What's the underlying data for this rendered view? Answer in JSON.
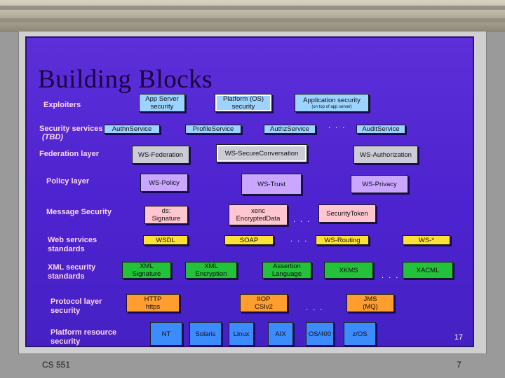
{
  "slide": {
    "title": "Building Blocks",
    "slide_number": "17",
    "layers": [
      {
        "id": "exploiters",
        "text": "Exploiters"
      },
      {
        "id": "security-services",
        "text": "Security services"
      },
      {
        "id": "tbd",
        "text": "(TBD)"
      },
      {
        "id": "federation",
        "text": "Federation layer"
      },
      {
        "id": "policy",
        "text": "Policy layer"
      },
      {
        "id": "message-security",
        "text": "Message Security"
      },
      {
        "id": "web-services-1",
        "text": "Web services"
      },
      {
        "id": "web-services-2",
        "text": "standards"
      },
      {
        "id": "xml-security-1",
        "text": "XML security"
      },
      {
        "id": "xml-security-2",
        "text": "standards"
      },
      {
        "id": "protocol-1",
        "text": "Protocol layer"
      },
      {
        "id": "protocol-2",
        "text": "security"
      },
      {
        "id": "platform-1",
        "text": "Platform resource"
      },
      {
        "id": "platform-2",
        "text": "security"
      }
    ],
    "blocks": [
      {
        "id": "appserver-security",
        "lines": [
          "App Server",
          "security"
        ],
        "color": "#9cd3ff"
      },
      {
        "id": "platform-os-security",
        "lines": [
          "Platform (OS)",
          "security"
        ],
        "color": "#9cd3ff"
      },
      {
        "id": "application-security",
        "lines": [
          "Application security"
        ],
        "sub": "(on top of app server)",
        "color": "#9cd3ff"
      },
      {
        "id": "authn-service",
        "lines": [
          "AuthnService"
        ],
        "color": "#9cd3ff"
      },
      {
        "id": "profile-service",
        "lines": [
          "ProfileService"
        ],
        "color": "#9cd3ff"
      },
      {
        "id": "authz-service",
        "lines": [
          "AuthzService"
        ],
        "color": "#9cd3ff"
      },
      {
        "id": "audit-service",
        "lines": [
          "AuditService"
        ],
        "color": "#9cd3ff"
      },
      {
        "id": "ws-federation",
        "lines": [
          "WS-Federation"
        ],
        "color": "#ccccd6"
      },
      {
        "id": "ws-secure-conversation",
        "lines": [
          "WS-SecureConversation"
        ],
        "color": "#ccccd6"
      },
      {
        "id": "ws-authorization",
        "lines": [
          "WS-Authorization"
        ],
        "color": "#ccccd6"
      },
      {
        "id": "ws-policy",
        "lines": [
          "WS-Policy"
        ],
        "color": "#c9a6ff"
      },
      {
        "id": "ws-trust",
        "lines": [
          "WS-Trust"
        ],
        "color": "#c9a6ff"
      },
      {
        "id": "ws-privacy",
        "lines": [
          "WS-Privacy"
        ],
        "color": "#c9a6ff"
      },
      {
        "id": "ds-signature",
        "lines": [
          "ds:",
          "Signature"
        ],
        "color": "#ffc6d0"
      },
      {
        "id": "xenc-encrypted-data",
        "lines": [
          "xenc",
          "EncryptedData"
        ],
        "color": "#ffc6d0"
      },
      {
        "id": "security-token",
        "lines": [
          "SecurityToken"
        ],
        "color": "#ffc6d0"
      },
      {
        "id": "wsdl",
        "lines": [
          "WSDL"
        ],
        "color": "#ffe135"
      },
      {
        "id": "soap",
        "lines": [
          "SOAP"
        ],
        "color": "#ffe135"
      },
      {
        "id": "ws-routing",
        "lines": [
          "WS-Routing"
        ],
        "color": "#ffe135"
      },
      {
        "id": "ws-star",
        "lines": [
          "WS-*"
        ],
        "color": "#ffe135"
      },
      {
        "id": "xml-signature",
        "lines": [
          "XML",
          "Signature"
        ],
        "color": "#23c23a"
      },
      {
        "id": "xml-encryption",
        "lines": [
          "XML",
          "Encryption"
        ],
        "color": "#23c23a"
      },
      {
        "id": "assertion-language",
        "lines": [
          "Assertion",
          "Language"
        ],
        "color": "#23c23a"
      },
      {
        "id": "xkms",
        "lines": [
          "XKMS"
        ],
        "color": "#23c23a"
      },
      {
        "id": "xacml",
        "lines": [
          "XACML"
        ],
        "color": "#23c23a"
      },
      {
        "id": "http",
        "lines": [
          "HTTP",
          "https"
        ],
        "color": "#ff9d2e"
      },
      {
        "id": "iiop",
        "lines": [
          "IIOP",
          "CSIv2"
        ],
        "color": "#ff9d2e"
      },
      {
        "id": "jms",
        "lines": [
          "JMS",
          "(MQ)"
        ],
        "color": "#ff9d2e"
      },
      {
        "id": "nt",
        "lines": [
          "NT"
        ],
        "color": "#3d8cff"
      },
      {
        "id": "solaris",
        "lines": [
          "Solaris"
        ],
        "color": "#3d8cff"
      },
      {
        "id": "linux",
        "lines": [
          "Linux"
        ],
        "color": "#3d8cff"
      },
      {
        "id": "aix",
        "lines": [
          "AIX"
        ],
        "color": "#3d8cff"
      },
      {
        "id": "os400",
        "lines": [
          "OS/400"
        ],
        "color": "#3d8cff"
      },
      {
        "id": "zos",
        "lines": [
          "z/OS"
        ],
        "color": "#3d8cff"
      }
    ],
    "ellipses": [
      {
        "id": "services",
        "text": ". . ."
      },
      {
        "id": "message",
        "text": ". . ."
      },
      {
        "id": "webservices",
        "text": ". . ."
      },
      {
        "id": "xmlsec",
        "text": ". . ."
      },
      {
        "id": "protocol",
        "text": ". . ."
      }
    ]
  },
  "footer": {
    "course": "CS 551",
    "page": "7"
  }
}
